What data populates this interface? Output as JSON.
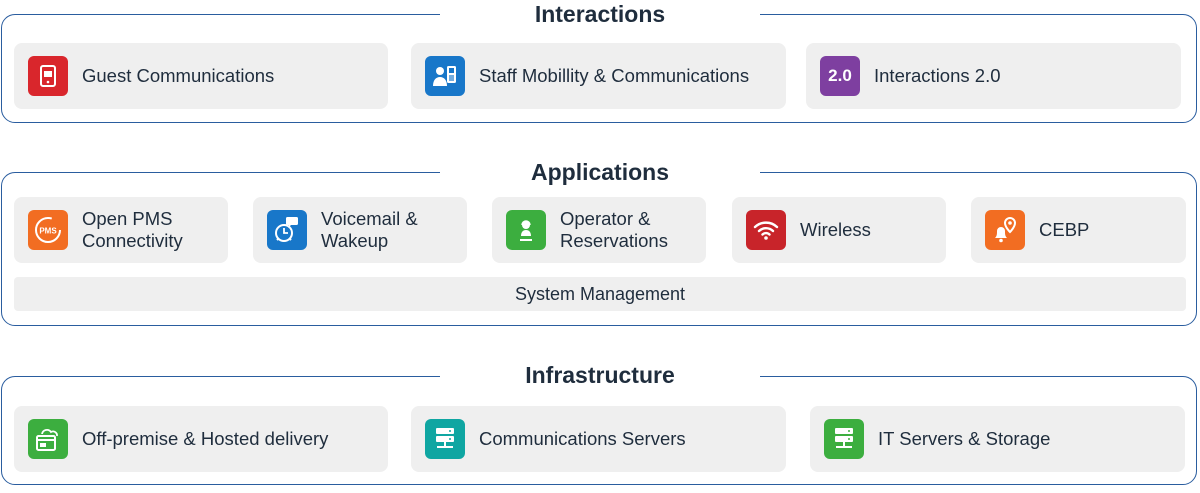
{
  "interactions": {
    "title": "Interactions",
    "cards": [
      {
        "label": "Guest Communications",
        "icon": "tablet-icon",
        "color": "#d9262c"
      },
      {
        "label": "Staff Mobillity & Communications",
        "icon": "staff-phone-icon",
        "color": "#1877c9"
      },
      {
        "label": "Interactions 2.0",
        "icon": "version-2-0-icon",
        "icon_text": "2.0",
        "color": "#7e3fa0"
      }
    ]
  },
  "applications": {
    "title": "Applications",
    "cards": [
      {
        "label": "Open PMS Connectivity",
        "icon": "pms-icon",
        "icon_text": "PMS",
        "color": "#f26d22"
      },
      {
        "label": "Voicemail & Wakeup",
        "icon": "alarm-clock-icon",
        "color": "#1877c9"
      },
      {
        "label": "Operator & Reservations",
        "icon": "operator-icon",
        "color": "#3cae3f"
      },
      {
        "label": "Wireless",
        "icon": "wifi-icon",
        "color": "#c8242a"
      },
      {
        "label": "CEBP",
        "icon": "bell-location-icon",
        "color": "#f26d22"
      }
    ],
    "system_management": "System Management"
  },
  "infrastructure": {
    "title": "Infrastructure",
    "cards": [
      {
        "label": "Off-premise & Hosted delivery",
        "icon": "cloud-hosting-icon",
        "color": "#3cae3f"
      },
      {
        "label": "Communications Servers",
        "icon": "server-icon",
        "color": "#0fa6a2"
      },
      {
        "label": "IT Servers & Storage",
        "icon": "server-storage-icon",
        "color": "#3cae3f"
      }
    ]
  }
}
